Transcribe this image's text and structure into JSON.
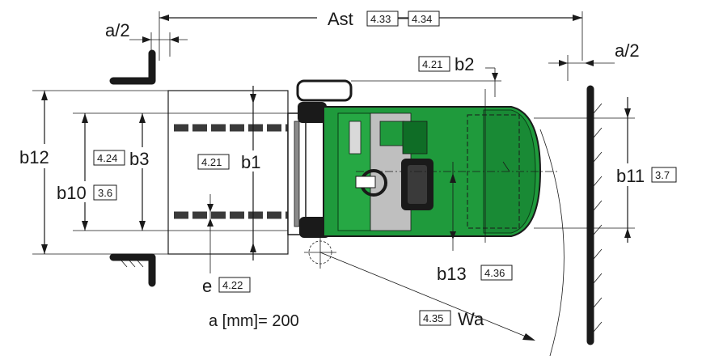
{
  "labels": {
    "ast": "Ast",
    "ast_ref1": "4.33",
    "ast_ref2": "4.34",
    "a_half_left": "a/2",
    "a_half_right": "a/2",
    "b2_ref": "4.21",
    "b2": "b2",
    "b12": "b12",
    "b3_ref": "4.24",
    "b3": "b3",
    "b1_ref": "4.21",
    "b1": "b1",
    "b10": "b10",
    "b10_ref": "3.6",
    "b11": "b11",
    "b11_ref": "3.7",
    "e": "e",
    "e_ref": "4.22",
    "b13": "b13",
    "b13_ref": "4.36",
    "wa_ref": "4.35",
    "wa": "Wa",
    "a_value": "a [mm]= 200"
  },
  "colors": {
    "body": "#1f9a3c",
    "body_dark": "#0f6d26",
    "line": "#1a1a1a",
    "fork_fill": "#4a4a4a",
    "wall": "#1a1a1a"
  }
}
